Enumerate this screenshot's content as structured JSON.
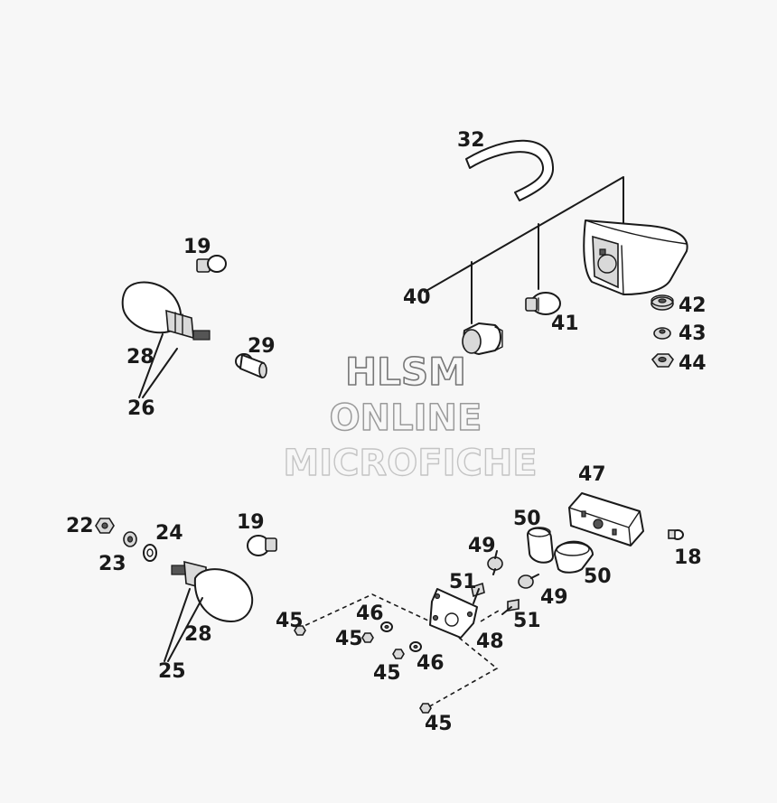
{
  "labels": {
    "p32": "32",
    "p40": "40",
    "p41": "41",
    "p42": "42",
    "p43": "43",
    "p44": "44",
    "p19a": "19",
    "p19b": "19",
    "p28a": "28",
    "p28b": "28",
    "p26": "26",
    "p29": "29",
    "p22": "22",
    "p23": "23",
    "p24": "24",
    "p25": "25",
    "p18": "18",
    "p47": "47",
    "p48": "48",
    "p49a": "49",
    "p49b": "49",
    "p50a": "50",
    "p50b": "50",
    "p51a": "51",
    "p51b": "51",
    "p45a": "45",
    "p45b": "45",
    "p45c": "45",
    "p45d": "45",
    "p46a": "46",
    "p46b": "46"
  },
  "watermark": {
    "line1": "HLSM",
    "line2": "ONLINE",
    "line3": "MICROFICHE"
  },
  "colors": {
    "ink": "#1a1a1a",
    "background": "#f7f7f7",
    "watermark1": "#777777",
    "watermark2": "#9a9a9a",
    "watermark3": "#c4c4c4"
  }
}
